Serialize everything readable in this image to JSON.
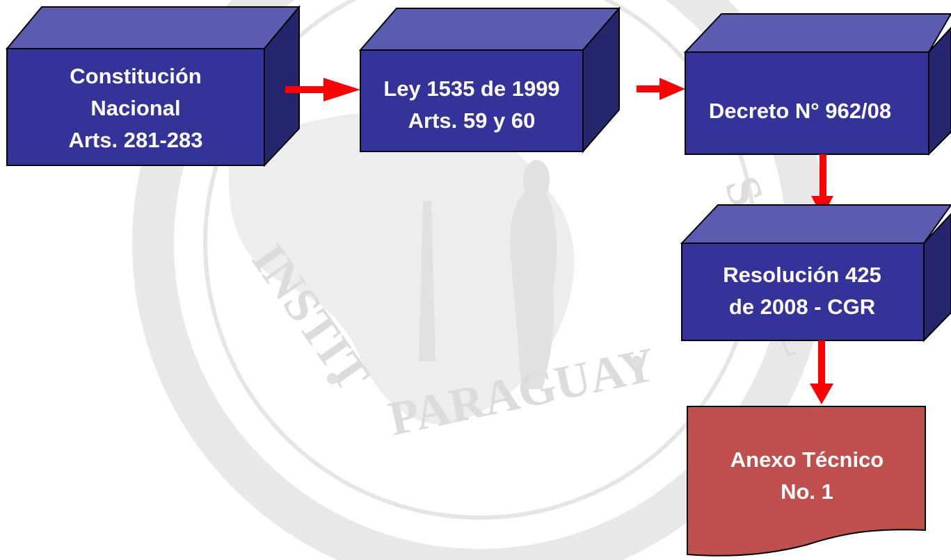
{
  "watermark": {
    "text_bottom": "PARAGUAY",
    "text_left": "INSTIT",
    "text_right": "SOCIAL"
  },
  "colors": {
    "box_front": "#333399",
    "box_top": "#5b5bb0",
    "box_side": "#26266f",
    "arrow": "#ff0000",
    "doc_fill": "#c0504d",
    "watermark": "#d9d9d9"
  },
  "boxes": {
    "constitucion": {
      "lines": [
        "Constitución",
        "Nacional",
        "Arts. 281-283"
      ]
    },
    "ley": {
      "lines": [
        "Ley 1535 de 1999",
        "Arts. 59 y 60"
      ]
    },
    "decreto": {
      "lines": [
        "Decreto N° 962/08"
      ]
    },
    "resolucion": {
      "lines": [
        "Resolución 425",
        "de 2008 - CGR"
      ]
    }
  },
  "document": {
    "lines": [
      "Anexo Técnico",
      "No. 1"
    ]
  }
}
